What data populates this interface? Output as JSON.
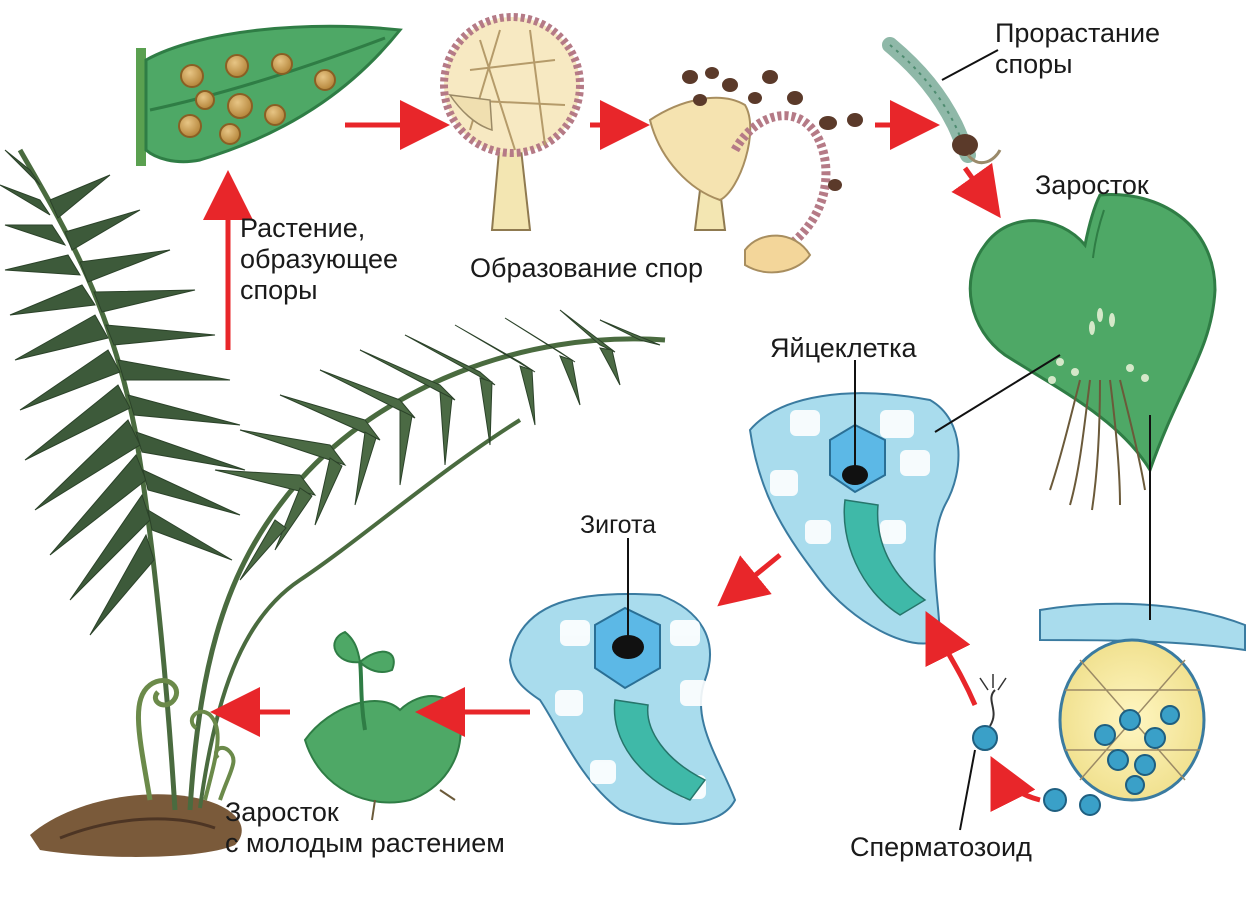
{
  "labels": {
    "spore_plant": [
      "Растение,",
      "образующее",
      "споры"
    ],
    "spore_formation": "Образование спор",
    "spore_germination": [
      "Прорастание",
      "споры"
    ],
    "prothallus": "Заросток",
    "egg_cell": "Яйцеклетка",
    "zygote": "Зигота",
    "sperm": "Сперматозоид",
    "young_plant": [
      "Заросток",
      "с молодым растением"
    ]
  },
  "colors": {
    "arrow": "#e8262a",
    "fern_dark": "#3d5a3a",
    "fern_mid": "#557a4e",
    "green_leaf": "#4ea866",
    "sorus": "#c79a4a",
    "cell_blue": "#9ad3ea",
    "cell_teal": "#3fb9a8",
    "capsule_yellow": "#f4e7a3",
    "spore_brown": "#5b3a2a"
  }
}
